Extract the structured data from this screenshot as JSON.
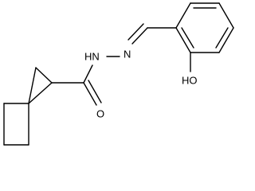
{
  "molecule": {
    "atom_labels": {
      "oxygen_hydroxyl": "HO",
      "nitrogen_amine": "HN",
      "nitrogen_imine": "N",
      "oxygen_carbonyl": "O"
    }
  }
}
